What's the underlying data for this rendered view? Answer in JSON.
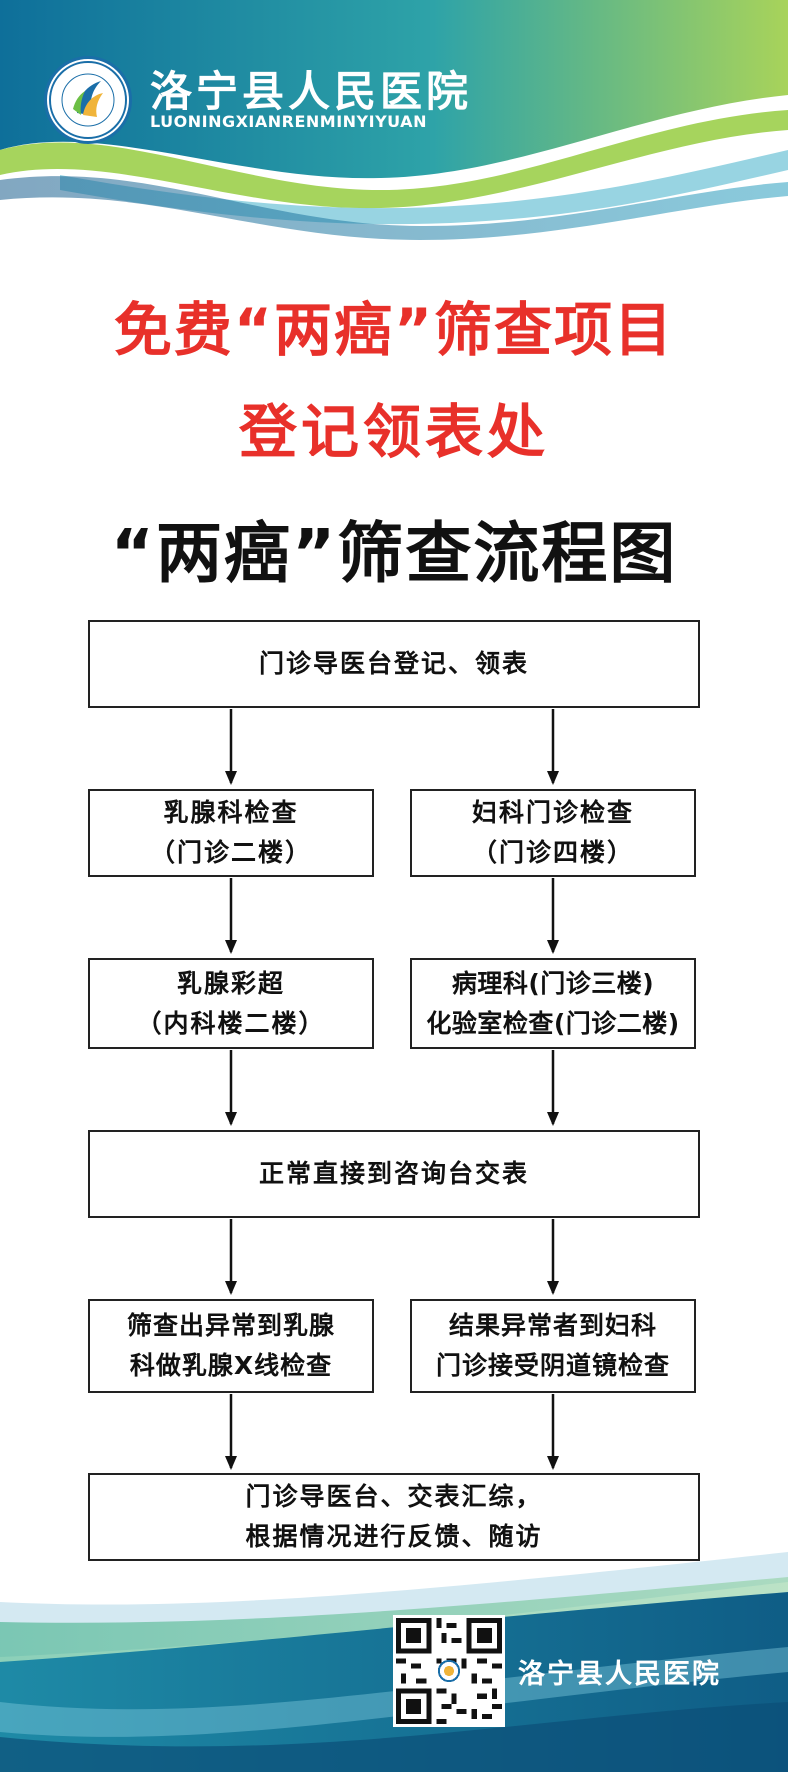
{
  "header": {
    "hospital_name": "洛宁县人民医院",
    "hospital_pinyin": "LUONINGXIANRENMINYIYUAN",
    "logo_icon": "hospital-logo-icon",
    "colors": {
      "teal": "#1f8fa6",
      "green": "#8bc43f",
      "dark_blue": "#14507f"
    }
  },
  "titles": {
    "line1": "免费“两癌”筛查项目",
    "line2": "登记领表处",
    "line3": "“两癌”筛查流程图",
    "red": "#e8302a"
  },
  "flow": {
    "step1": "门诊导医台登记、领表",
    "left2": [
      "乳腺科检查",
      "（门诊二楼）"
    ],
    "right2": [
      "妇科门诊检查",
      "（门诊四楼）"
    ],
    "left3": [
      "乳腺彩超",
      "（内科楼二楼）"
    ],
    "right3": [
      "病理科(门诊三楼)",
      "化验室检查(门诊二楼)"
    ],
    "step4": "正常直接到咨询台交表",
    "left5": [
      "筛查出异常到乳腺",
      "科做乳腺X线检查"
    ],
    "right5": [
      "结果异常者到妇科",
      "门诊接受阴道镜检查"
    ],
    "step6": [
      "门诊导医台、交表汇综，",
      "根据情况进行反馈、随访"
    ]
  },
  "footer": {
    "hospital_name": "洛宁县人民医院",
    "qr_icon": "qr-code-icon"
  }
}
